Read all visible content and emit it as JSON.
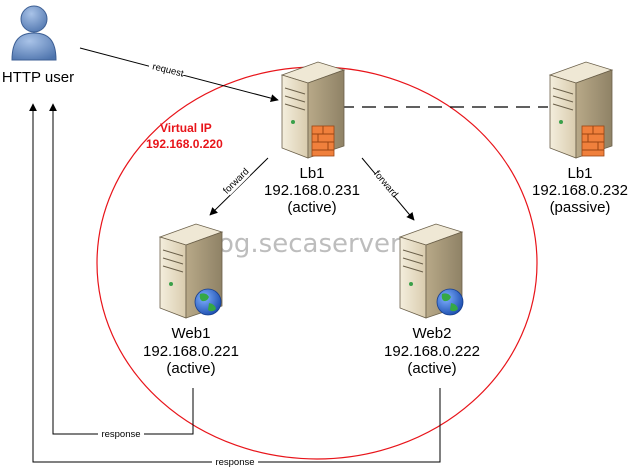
{
  "user": {
    "label": "HTTP user"
  },
  "virtual_ip": {
    "title": "Virtual IP",
    "address": "192.168.0.220"
  },
  "lb1": {
    "name": "Lb1",
    "ip": "192.168.0.231",
    "state": "(active)"
  },
  "lb2": {
    "name": "Lb1",
    "ip": "192.168.0.232",
    "state": "(passive)"
  },
  "web1": {
    "name": "Web1",
    "ip": "192.168.0.221",
    "state": "(active)"
  },
  "web2": {
    "name": "Web2",
    "ip": "192.168.0.222",
    "state": "(active)"
  },
  "edges": {
    "request": "request",
    "forward_left": "forward",
    "forward_right": "forward",
    "response_web1": "response",
    "response_web2": "response"
  },
  "watermark": "© blog.secaserver.com",
  "colors": {
    "circle": "#e8141a",
    "server_body": "#e6dcc4",
    "firewall": "#f0803c",
    "globe": "#2b66c9"
  }
}
